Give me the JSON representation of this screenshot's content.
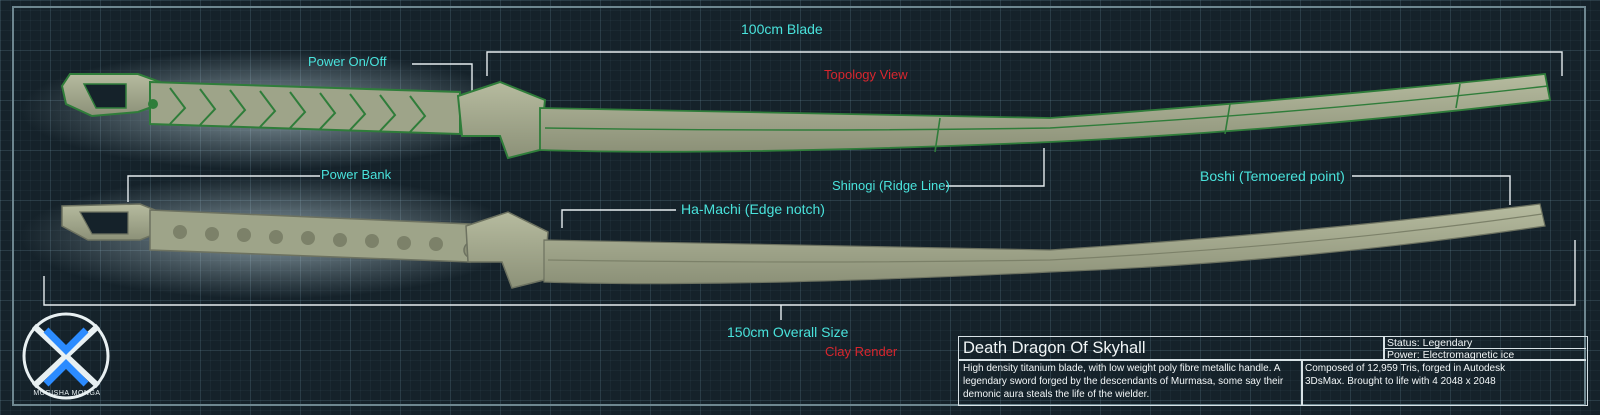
{
  "labels": {
    "blade_length": "100cm Blade",
    "power_switch": "Power On/Off",
    "topology_view": "Topology View",
    "power_bank": "Power Bank",
    "shinogi": "Shinogi (Ridge Line)",
    "boshi": "Boshi (Temoered point)",
    "ha_machi": "Ha-Machi (Edge notch)",
    "overall_size": "150cm Overall Size",
    "clay_render": "Clay Render"
  },
  "logo": {
    "caption": "MUGISHA MONGA",
    "icon": "x-monogram-logo"
  },
  "info_panel": {
    "title": "Death Dragon Of Skyhall",
    "status": "Status: Legendary",
    "power": "Power: Electromagnetic ice",
    "description": "High density titanium blade, with low weight poly fibre metallic handle. A legendary sword forged by the descendants of Murmasa, some say their demonic aura steals the life of the wielder.",
    "specs": "Composed of 12,959 Tris, forged in Autodesk 3DsMax. Brought to life with 4 2048 x 2048"
  },
  "colors": {
    "label": "#49e3dc",
    "view_label": "#d8262e",
    "blade": "#a3a88e",
    "wire": "#2f7d3a",
    "background": "#15222a"
  }
}
